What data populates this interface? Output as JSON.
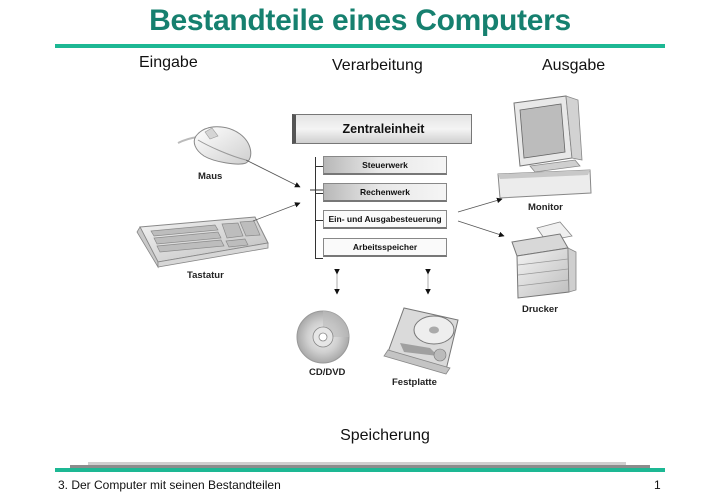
{
  "slide": {
    "title": "Bestandteile eines Computers",
    "columns": {
      "input": "Eingabe",
      "processing": "Verarbeitung",
      "output": "Ausgabe"
    },
    "storage_label": "Speicherung",
    "colors": {
      "title": "#16806f",
      "accent_rule": "#1db894",
      "footer_grey_light": "#cfcfcf",
      "footer_grey_dark": "#8c8c8c"
    }
  },
  "input_devices": [
    {
      "label": "Maus",
      "icon": "mouse-icon"
    },
    {
      "label": "Tastatur",
      "icon": "keyboard-icon"
    }
  ],
  "central_unit": {
    "title": "Zentraleinheit",
    "components": [
      {
        "label": "Steuerwerk"
      },
      {
        "label": "Rechenwerk"
      },
      {
        "label": "Ein- und Ausgabesteuerung"
      },
      {
        "label": "Arbeitsspeicher"
      }
    ]
  },
  "output_devices": [
    {
      "label": "Monitor",
      "icon": "monitor-icon"
    },
    {
      "label": "Drucker",
      "icon": "printer-icon"
    }
  ],
  "storage_devices": [
    {
      "label": "CD/DVD",
      "icon": "disc-icon"
    },
    {
      "label": "Festplatte",
      "icon": "hard-drive-icon"
    }
  ],
  "footer": {
    "chapter": "3. Der Computer mit seinen Bestandteilen",
    "page": "1"
  }
}
